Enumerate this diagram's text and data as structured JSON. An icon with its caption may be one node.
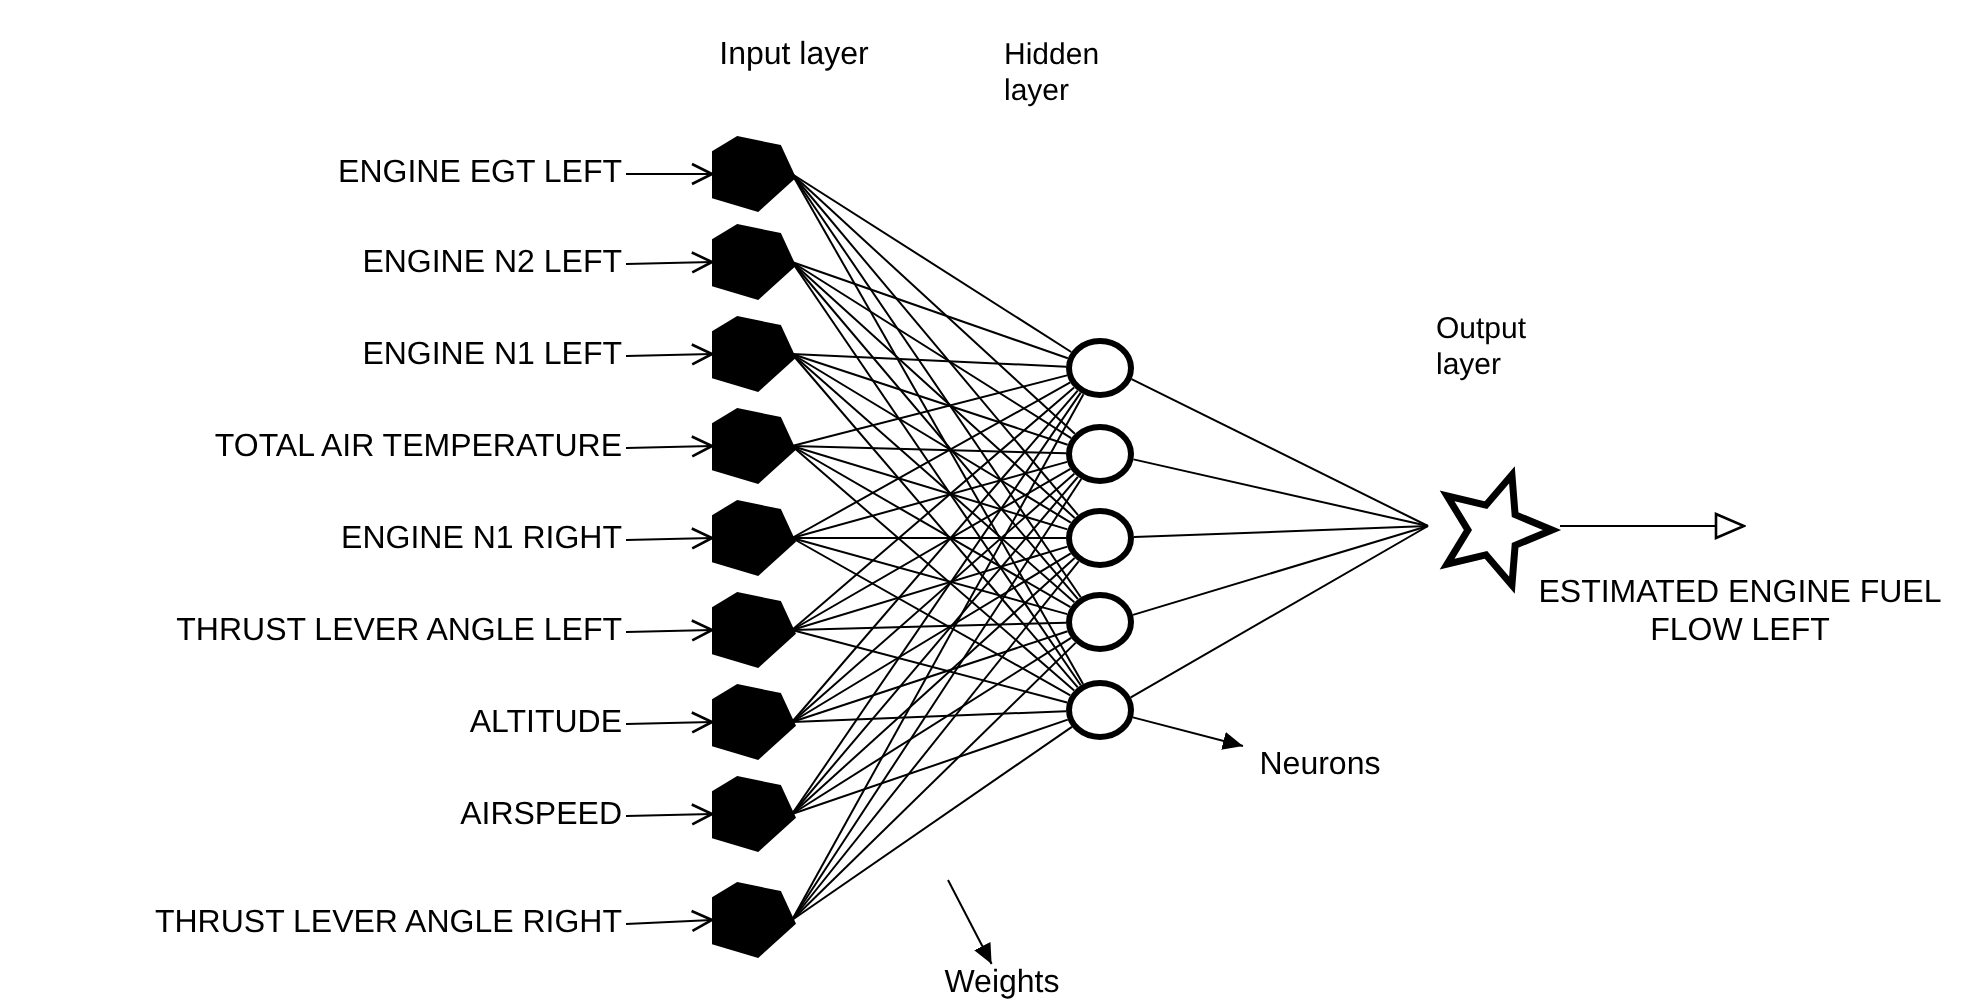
{
  "diagram": {
    "nodes": [
      {
        "text": [
          "ENGINE EGT LEFT"
        ]
      },
      {
        "text": [
          "ENGINE N2 LEFT"
        ]
      },
      {
        "text": [
          "ENGINE N1 LEFT"
        ]
      },
      {
        "text": [
          "TOTAL AIR TEMPERATURE"
        ]
      },
      {
        "text": [
          "ENGINE N1 RIGHT"
        ]
      },
      {
        "text": [
          "THRUST LEVER ANGLE LEFT"
        ]
      },
      {
        "text": [
          "ALTITUDE"
        ]
      },
      {
        "text": [
          "AIRSPEED"
        ]
      },
      {
        "text": [
          "THRUST LEVER ANGLE RIGHT"
        ]
      },
      {
        "text": [],
        "shape": "pentagon"
      },
      {
        "text": [],
        "shape": "pentagon"
      },
      {
        "text": [],
        "shape": "pentagon"
      },
      {
        "text": [],
        "shape": "pentagon"
      },
      {
        "text": [],
        "shape": "pentagon"
      },
      {
        "text": [],
        "shape": "pentagon"
      },
      {
        "text": [],
        "shape": "pentagon"
      },
      {
        "text": [],
        "shape": "pentagon"
      },
      {
        "text": [],
        "shape": "pentagon"
      },
      {
        "text": [],
        "shape": "circle"
      },
      {
        "text": [],
        "shape": "circle"
      },
      {
        "text": [],
        "shape": "circle"
      },
      {
        "text": [],
        "shape": "circle"
      },
      {
        "text": [],
        "shape": "circle"
      },
      {
        "text": [],
        "shape": "star"
      },
      {
        "text": [
          "Neurons"
        ]
      },
      {
        "text": [
          "Weights"
        ]
      }
    ],
    "edges": [
      {
        "from": 0,
        "to": 9,
        "arrow": "to"
      },
      {
        "from": 1,
        "to": 10,
        "arrow": "to"
      },
      {
        "from": 2,
        "to": 11,
        "arrow": "to"
      },
      {
        "from": 3,
        "to": 12,
        "arrow": "to"
      },
      {
        "from": 4,
        "to": 13,
        "arrow": "to"
      },
      {
        "from": 5,
        "to": 14,
        "arrow": "to"
      },
      {
        "from": 6,
        "to": 15,
        "arrow": "to"
      },
      {
        "from": 7,
        "to": 16,
        "arrow": "to"
      },
      {
        "from": 8,
        "to": 17,
        "arrow": "to"
      },
      {
        "from": 9,
        "to": 18,
        "arrow": "none"
      },
      {
        "from": 9,
        "to": 19,
        "arrow": "none"
      },
      {
        "from": 9,
        "to": 20,
        "arrow": "none"
      },
      {
        "from": 9,
        "to": 21,
        "arrow": "none"
      },
      {
        "from": 9,
        "to": 22,
        "arrow": "none"
      },
      {
        "from": 10,
        "to": 18,
        "arrow": "none"
      },
      {
        "from": 10,
        "to": 19,
        "arrow": "none"
      },
      {
        "from": 10,
        "to": 20,
        "arrow": "none"
      },
      {
        "from": 10,
        "to": 21,
        "arrow": "none"
      },
      {
        "from": 10,
        "to": 22,
        "arrow": "none"
      },
      {
        "from": 11,
        "to": 18,
        "arrow": "none"
      },
      {
        "from": 11,
        "to": 19,
        "arrow": "none"
      },
      {
        "from": 11,
        "to": 20,
        "arrow": "none"
      },
      {
        "from": 11,
        "to": 21,
        "arrow": "none"
      },
      {
        "from": 11,
        "to": 22,
        "arrow": "none"
      },
      {
        "from": 12,
        "to": 18,
        "arrow": "none"
      },
      {
        "from": 12,
        "to": 19,
        "arrow": "none"
      },
      {
        "from": 12,
        "to": 20,
        "arrow": "none"
      },
      {
        "from": 12,
        "to": 21,
        "arrow": "none"
      },
      {
        "from": 12,
        "to": 22,
        "arrow": "none"
      },
      {
        "from": 13,
        "to": 18,
        "arrow": "none"
      },
      {
        "from": 13,
        "to": 19,
        "arrow": "none"
      },
      {
        "from": 13,
        "to": 20,
        "arrow": "none"
      },
      {
        "from": 13,
        "to": 21,
        "arrow": "none"
      },
      {
        "from": 13,
        "to": 22,
        "arrow": "none"
      },
      {
        "from": 14,
        "to": 18,
        "arrow": "none"
      },
      {
        "from": 14,
        "to": 19,
        "arrow": "none"
      },
      {
        "from": 14,
        "to": 20,
        "arrow": "none"
      },
      {
        "from": 14,
        "to": 21,
        "arrow": "none"
      },
      {
        "from": 14,
        "to": 22,
        "arrow": "none"
      },
      {
        "from": 15,
        "to": 18,
        "arrow": "none"
      },
      {
        "from": 15,
        "to": 19,
        "arrow": "none"
      },
      {
        "from": 15,
        "to": 20,
        "arrow": "none"
      },
      {
        "from": 15,
        "to": 21,
        "arrow": "none"
      },
      {
        "from": 15,
        "to": 22,
        "arrow": "none"
      },
      {
        "from": 16,
        "to": 18,
        "arrow": "none"
      },
      {
        "from": 16,
        "to": 19,
        "arrow": "none"
      },
      {
        "from": 16,
        "to": 20,
        "arrow": "none"
      },
      {
        "from": 16,
        "to": 21,
        "arrow": "none"
      },
      {
        "from": 16,
        "to": 22,
        "arrow": "none"
      },
      {
        "from": 17,
        "to": 18,
        "arrow": "none"
      },
      {
        "from": 17,
        "to": 19,
        "arrow": "none"
      },
      {
        "from": 17,
        "to": 20,
        "arrow": "none"
      },
      {
        "from": 17,
        "to": 21,
        "arrow": "none"
      },
      {
        "from": 17,
        "to": 22,
        "arrow": "none"
      },
      {
        "from": 18,
        "to": 23,
        "arrow": "none"
      },
      {
        "from": 19,
        "to": 23,
        "arrow": "none"
      },
      {
        "from": 20,
        "to": 23,
        "arrow": "none"
      },
      {
        "from": 21,
        "to": 23,
        "arrow": "none"
      },
      {
        "from": 22,
        "to": 23,
        "arrow": "none"
      },
      {
        "from": 23,
        "to": null,
        "arrow": "to"
      },
      {
        "from": 22,
        "to": 24,
        "arrow": "to"
      },
      {
        "from": null,
        "to": 25,
        "arrow": "to"
      }
    ],
    "labels": [
      "Input layer",
      "Hidden layer",
      "Output layer",
      "ESTIMATED ENGINE FUEL FLOW LEFT"
    ]
  }
}
